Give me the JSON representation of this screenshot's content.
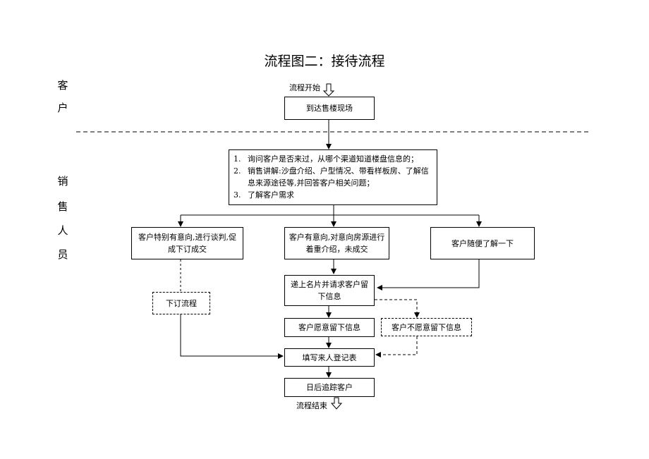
{
  "title": "流程图二：接待流程",
  "lane_customer": [
    "客",
    "户"
  ],
  "lane_sales": [
    "销",
    "售",
    "人",
    "员"
  ],
  "start_label": "流程开始",
  "end_label": "流程结束",
  "box_arrive": "到达售楼现场",
  "list_items": [
    {
      "num": "1.",
      "text": "询问客户是否来过，从哪个渠道知道楼盘信息的；"
    },
    {
      "num": "2.",
      "text": "销售讲解:沙盘介绍、户型情况、带看样板房、了解信息来源途径等,并回答客户相关问题；"
    },
    {
      "num": "3.",
      "text": "了解客户需求"
    }
  ],
  "box_strong": "客户特别有意向,进行谈判,促成下订成交",
  "box_intent": "客户有意向,对意向房源进行着重介绍，未成交",
  "box_casual": "客户随便了解一下",
  "box_order": "下订流程",
  "box_card": "递上名片并请求客户留下信息",
  "box_willing": "客户愿意留下信息",
  "box_unwilling": "客户不愿意留下信息",
  "box_register": "填写来人登记表",
  "box_follow": "日后追踪客户"
}
